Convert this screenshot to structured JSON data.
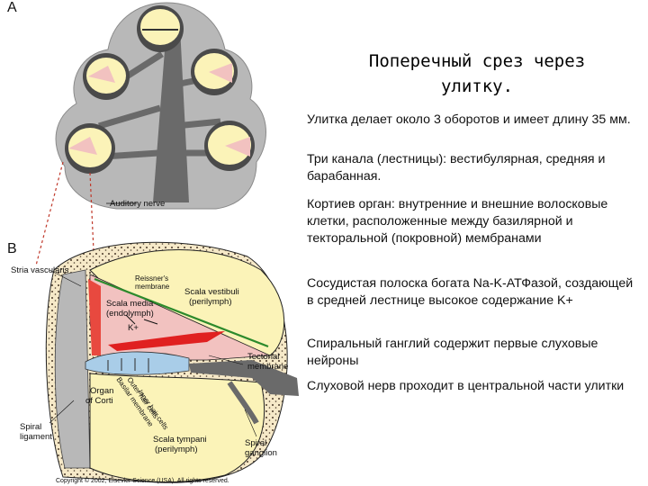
{
  "figure": {
    "panel_a": "A",
    "panel_b": "B",
    "labels": {
      "auditory_nerve": "Auditory nerve",
      "stria_vascularis": "Stria vascularis",
      "reissners_membrane_line1": "Reissner's",
      "reissners_membrane_line2": "membrane",
      "scala_vestibuli_line1": "Scala vestibuli",
      "scala_vestibuli_line2": "(perilymph)",
      "scala_media_line1": "Scala media",
      "scala_media_line2": "(endolymph)",
      "k_plus": "K+",
      "tectorial_line1": "Tectorial",
      "tectorial_line2": "membrane",
      "organ_line1": "Organ",
      "organ_line2": "of Corti",
      "inner_hair_cells": "Inner hair cells",
      "outer_hair_cells": "Outer hair cells",
      "basilar_membrane": "Basilar membrane",
      "spiral_ligament_line1": "Spiral",
      "spiral_ligament_line2": "ligament",
      "scala_tympani_line1": "Scala tympani",
      "scala_tympani_line2": "(perilymph)",
      "spiral_ganglion_line1": "Spiral",
      "spiral_ganglion_line2": "ganglion",
      "copyright": "Copyright © 2002, Elsevier Science (USA). All rights reserved."
    },
    "colors": {
      "bone": "#b8b8b8",
      "perilymph": "#fbf3b8",
      "scala_media": "#f2c2c0",
      "stria": "#e8493f",
      "nerve": "#6a6a6a",
      "tectorial": "#e02020",
      "organ": "#a9cde8"
    }
  },
  "text": {
    "title_line1": "Поперечный срез через",
    "title_line2": "улитку.",
    "paragraphs": [
      "Улитка делает около 3 оборотов и имеет длину 35 мм.",
      "Три канала (лестницы): вестибулярная, средняя и барабанная.",
      "Кортиев орган: внутренние и внешние волосковые клетки, расположенные между базилярной и текторальной (покровной) мембранами",
      "Сосудистая полоска богата Na-K-АТФазой, создающей в средней лестнице высокое содержание K+",
      "Спиральный ганглий содержит первые слуховые нейроны",
      "Слуховой нерв проходит в центральной части улитки"
    ]
  }
}
